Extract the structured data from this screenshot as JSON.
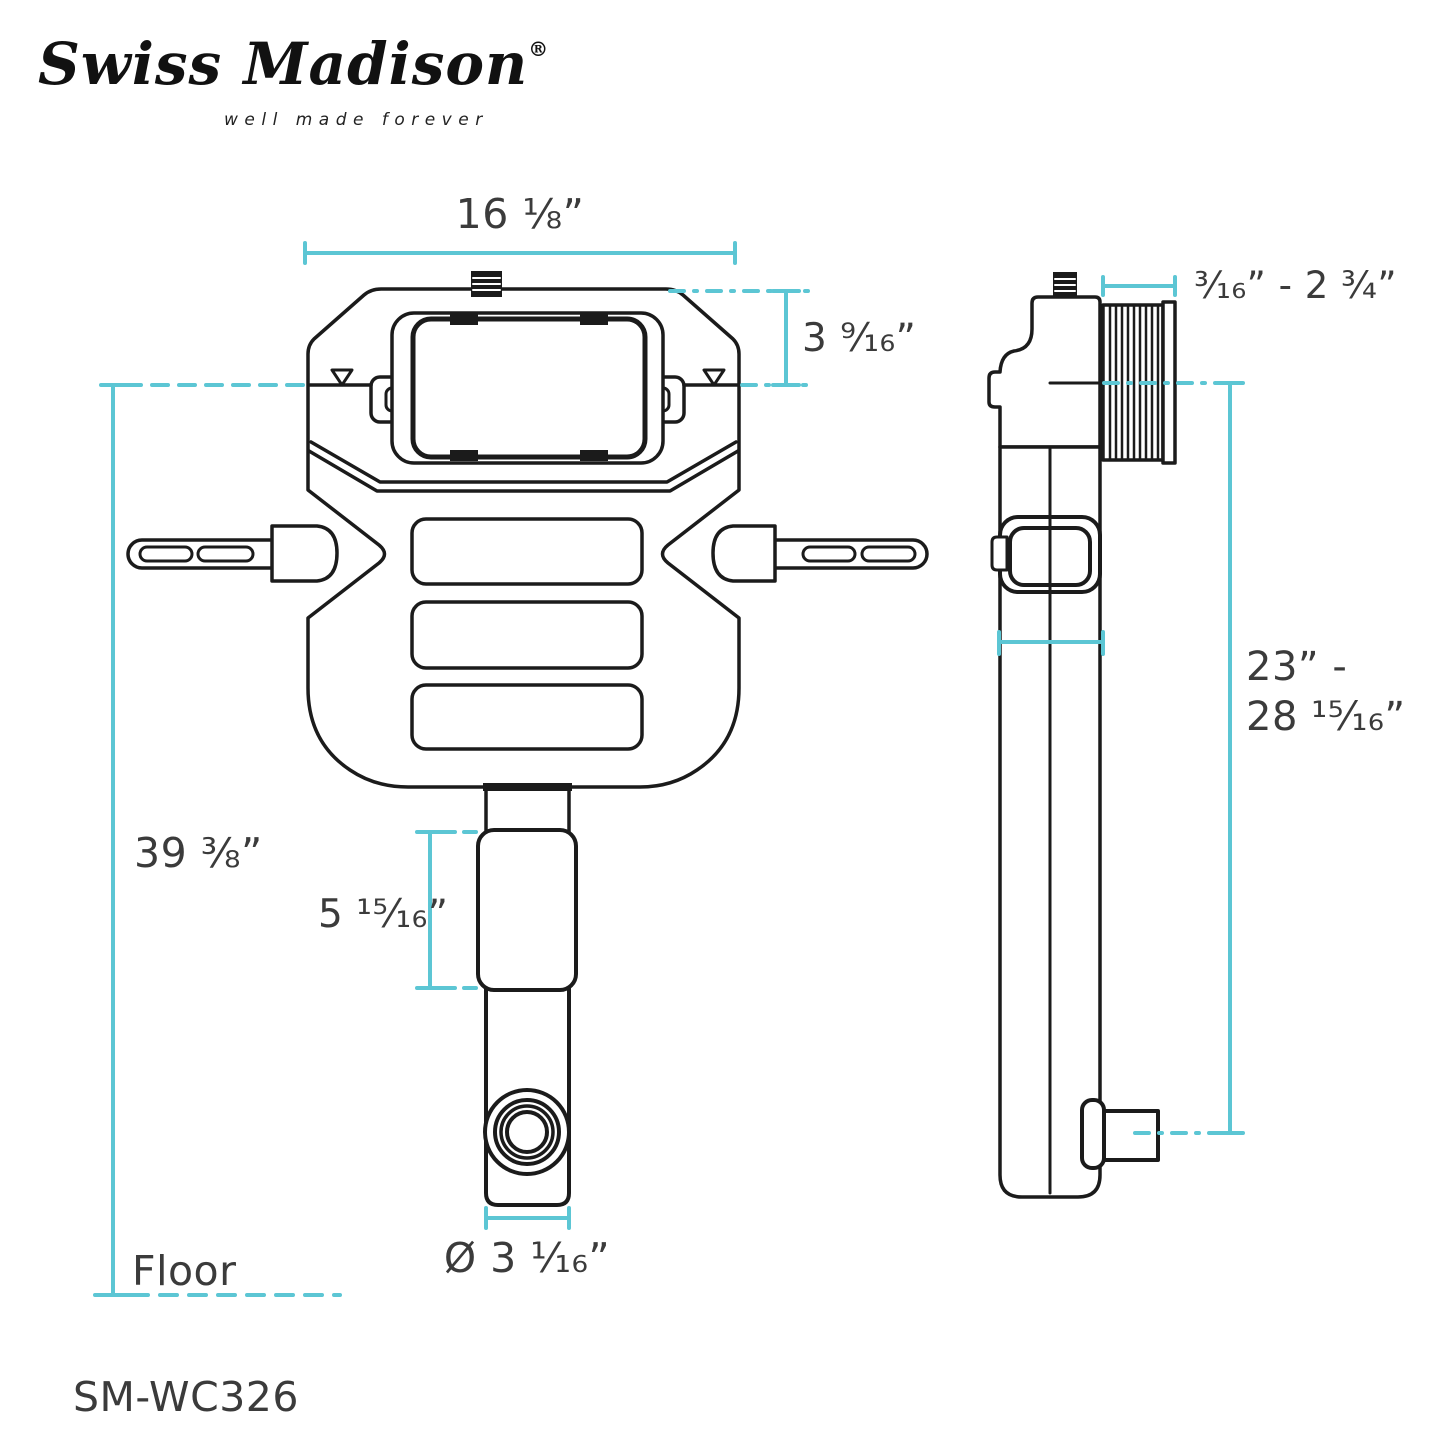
{
  "brand": {
    "name": "Swiss Madison",
    "registered": "®",
    "tagline": "well made forever"
  },
  "product": {
    "model": "SM-WC326"
  },
  "labels": {
    "floor": "Floor"
  },
  "front_view": {
    "title": "front-view-concealed-tank",
    "dims": {
      "top_width": "16 ⅛”",
      "waterline_offset": "3 ⁹⁄₁₆”",
      "height_to_waterline": "39 ⅜”",
      "outlet_pipe_section": "5 ¹⁵⁄₁₆”",
      "outlet_diameter": "Ø 3 ¹⁄₁₆”"
    }
  },
  "side_view": {
    "title": "side-view-concealed-tank",
    "dims": {
      "inlet_projection": "³⁄₁₆” - 2 ¾”",
      "height_range_line1": "23” -",
      "height_range_line2": "28 ¹⁵⁄₁₆”"
    }
  },
  "colors": {
    "dimension": "#5cc6d4",
    "line": "#1b1b1b",
    "text": "#3b3b3b",
    "background": "#ffffff"
  }
}
